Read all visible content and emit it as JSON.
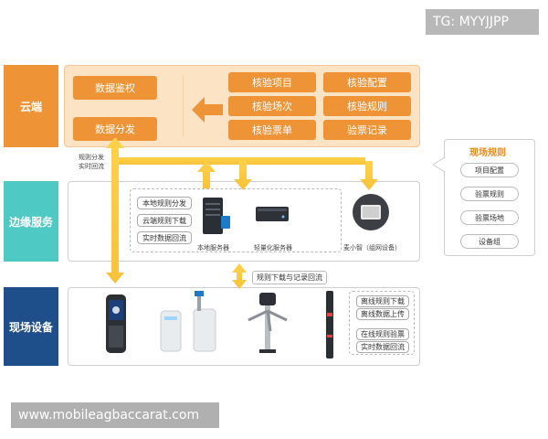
{
  "watermark_top": "TG: MYYJJPP",
  "watermark_bottom": "www.mobileagbaccarat.com",
  "layers": {
    "cloud": "云端",
    "edge": "边缘服务",
    "site": "现场设备"
  },
  "cloud": {
    "left_buttons": [
      "数据鉴权",
      "数据分发"
    ],
    "right_buttons": [
      "核验项目",
      "核验配置",
      "核验场次",
      "核验规则",
      "核验票单",
      "验票记录"
    ]
  },
  "annotations": {
    "rule_dist_line1": "规则分发",
    "rule_dist_line2": "实时回流",
    "rule_download": "规则下载与记录回流"
  },
  "edge": {
    "tags": [
      "本地规则分发",
      "云端规则下载",
      "实时数据回流"
    ],
    "device_labels": [
      "本地服务器",
      "轻量化服务器",
      "麦小智（组网设备）"
    ]
  },
  "site": {
    "tags": [
      "离线规则下载",
      "离线数据上传",
      "在线规则验票",
      "实时数据回流"
    ]
  },
  "site_rules": {
    "title": "现场规则",
    "items": [
      "项目配置",
      "验票规则",
      "验票场地",
      "设备组"
    ]
  },
  "colors": {
    "orange": "#ee9436",
    "teal": "#4fc9c4",
    "navy": "#1f4f8a",
    "cloud_bg": "#fbe3c4"
  }
}
